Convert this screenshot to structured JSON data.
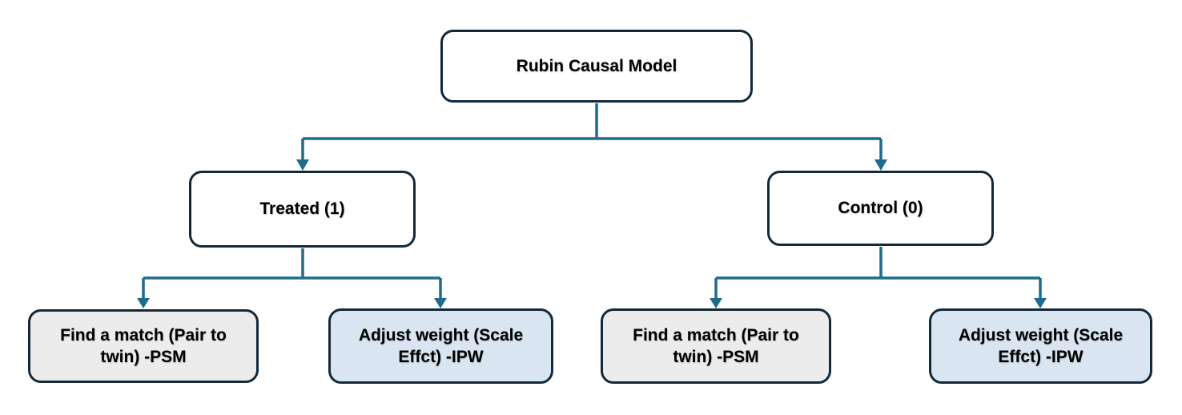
{
  "diagram": {
    "type": "flowchart-tree",
    "nodes": {
      "root": {
        "label": "Rubin Causal Model",
        "fill": "#ffffff"
      },
      "treated": {
        "label": "Treated (1)",
        "fill": "#ffffff"
      },
      "control": {
        "label": "Control (0)",
        "fill": "#ffffff"
      },
      "treated_match": {
        "label": "Find a match (Pair to twin) -PSM",
        "fill": "#ececec"
      },
      "treated_weight": {
        "label": "Adjust weight (Scale Effct) -IPW",
        "fill": "#d9e6f2"
      },
      "control_match": {
        "label": "Find a match (Pair to twin) -PSM",
        "fill": "#ececec"
      },
      "control_weight": {
        "label": "Adjust weight (Scale Effct) -IPW",
        "fill": "#d9e6f2"
      }
    },
    "edges": [
      {
        "from": "root",
        "to": "treated"
      },
      {
        "from": "root",
        "to": "control"
      },
      {
        "from": "treated",
        "to": "treated_match"
      },
      {
        "from": "treated",
        "to": "treated_weight"
      },
      {
        "from": "control",
        "to": "control_match"
      },
      {
        "from": "control",
        "to": "control_weight"
      }
    ],
    "colors": {
      "background": "#ffffff",
      "node_border": "#13293a",
      "connector": "#1f6b8e",
      "text": "#000000",
      "fill_white": "#ffffff",
      "fill_gray": "#ececec",
      "fill_blue": "#d9e6f2"
    }
  }
}
